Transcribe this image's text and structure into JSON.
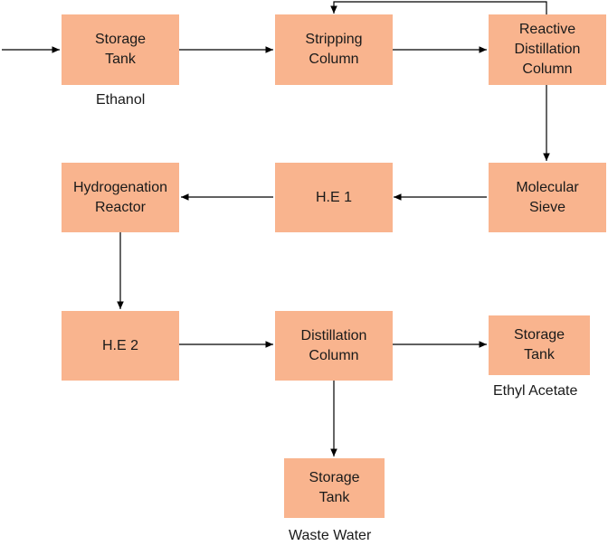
{
  "nodes": {
    "storage_tank_1": "Storage\nTank",
    "stripping_column": "Stripping\nColumn",
    "reactive_distillation": "Reactive\nDistillation\nColumn",
    "molecular_sieve": "Molecular\nSieve",
    "he1": "H.E 1",
    "hydrogenation_reactor": "Hydrogenation\nReactor",
    "he2": "H.E 2",
    "distillation_column": "Distillation\nColumn",
    "storage_tank_ethyl": "Storage\nTank",
    "storage_tank_waste": "Storage\nTank"
  },
  "labels": {
    "ethanol": "Ethanol",
    "ethyl_acetate": "Ethyl Acetate",
    "waste_water": "Waste Water"
  },
  "colors": {
    "box_fill": "#f9b48e",
    "line": "#000000"
  }
}
